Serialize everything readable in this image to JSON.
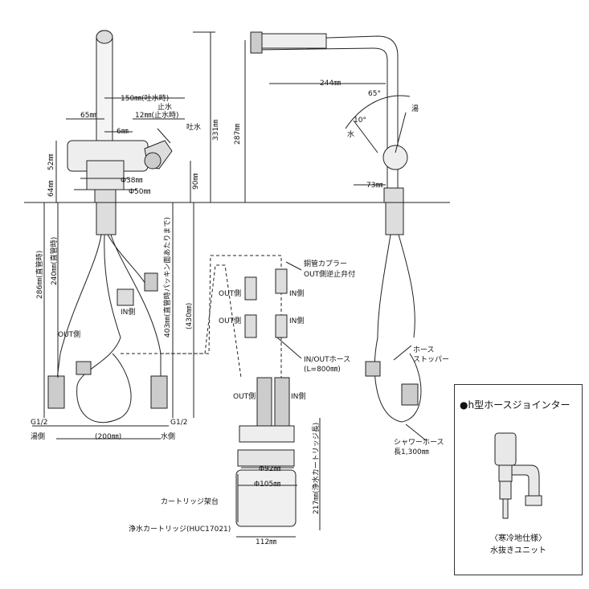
{
  "front": {
    "w150": "150㎜(吐水時)",
    "w12": "12㎜(止水時)",
    "stop_label": "止水",
    "spout_label": "吐水",
    "w65": "65㎜",
    "w6": "6㎜",
    "h331": "331㎜",
    "h52": "52㎜",
    "h64": "64㎜",
    "d38": "Φ38㎜",
    "d50": "Φ50㎜",
    "h90": "90㎜",
    "h286": "286㎜(直管時)",
    "h240": "240㎜(直管時)",
    "h403": "403㎜(直管時パッキン面あたりまで)",
    "h430": "(430㎜)",
    "in_side": "IN側",
    "out_side": "OUT側",
    "g_left": "G1/2",
    "g_right": "G1/2",
    "hot_side": "湯側",
    "cold_side": "水側",
    "w200": "(200㎜)"
  },
  "middle": {
    "coupler_1": "銅管カプラー",
    "coupler_2": "OUT側逆止弁付",
    "out_1": "OUT側",
    "in_1": "IN側",
    "out_2": "OUT側",
    "in_2": "IN側",
    "hose_1": "IN/OUTホース",
    "hose_2": "(L=800㎜)",
    "out_3": "OUT側",
    "in_3": "IN側",
    "d92": "Φ92㎜",
    "d105": "Φ105㎜",
    "h217": "217㎜(浄水カートリッジ長)",
    "stand": "カートリッジ架台",
    "cartridge": "浄水カートリッジ(HUC17021)",
    "w112": "112㎜"
  },
  "side": {
    "w244": "244㎜",
    "h287": "287㎜",
    "angle65": "65°",
    "angle10": "10°",
    "hot": "湯",
    "water": "水",
    "w73": "73㎜",
    "hose_1": "ホース",
    "hose_2": "ストッパー",
    "shower_1": "シャワーホース",
    "shower_2": "長1,300㎜"
  },
  "inset": {
    "title": "●h型ホースジョインター",
    "caption_1": "〈寒冷地仕様〉",
    "caption_2": "水抜きユニット"
  }
}
